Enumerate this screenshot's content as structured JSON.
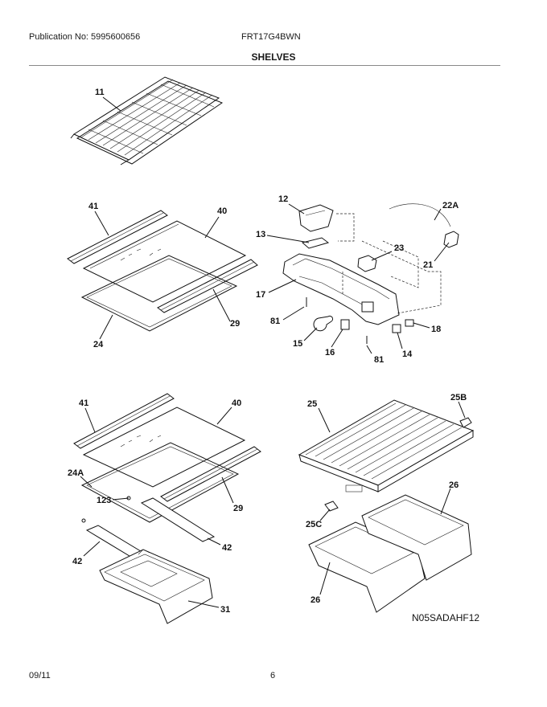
{
  "header": {
    "publication": "Publication No: 5995600656",
    "model": "FRT17G4BWN",
    "title": "SHELVES"
  },
  "footer": {
    "date": "09/11",
    "page": "6"
  },
  "diagram_code": "N05SADAHF12",
  "callouts": {
    "c11": "11",
    "c41a": "41",
    "c40a": "40",
    "c29a": "29",
    "c24": "24",
    "c12": "12",
    "c22A": "22A",
    "c13": "13",
    "c23": "23",
    "c21": "21",
    "c17": "17",
    "c81a": "81",
    "c18": "18",
    "c15": "15",
    "c16": "16",
    "c81b": "81",
    "c14": "14",
    "c41b": "41",
    "c40b": "40",
    "c24A": "24A",
    "c123": "123",
    "c29b": "29",
    "c42a": "42",
    "c42b": "42",
    "c31": "31",
    "c25": "25",
    "c25B": "25B",
    "c26a": "26",
    "c25C": "25C",
    "c26b": "26"
  }
}
